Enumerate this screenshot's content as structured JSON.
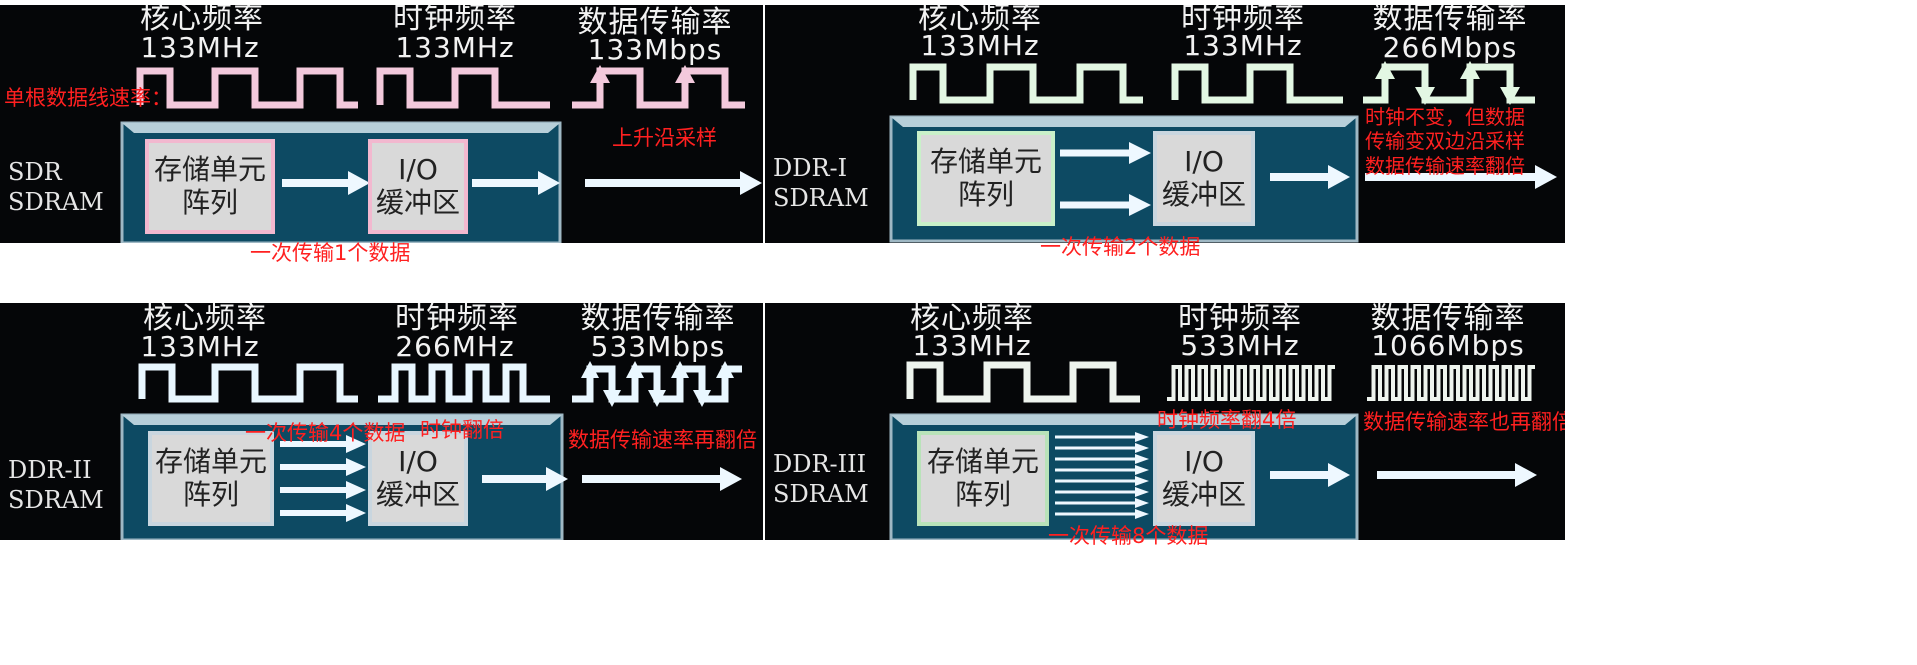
{
  "colors": {
    "panel_bg": "#050608",
    "bus_bg": "#0d4a63",
    "annotation": "#ff2020",
    "sdr_wave": "#f3c9dc",
    "ddr1_wave": "#e3f7e3",
    "ddr2_wave": "#e9f7ff",
    "ddr3_wave": "#eef4ee"
  },
  "sdr": {
    "core_label": "核心频率",
    "core_value": "133MHz",
    "clock_label": "时钟频率",
    "clock_value": "133MHz",
    "rate_label": "数据传输率",
    "rate_value": "133Mbps",
    "type_name": "SDR\nSDRAM",
    "array_label": "存储单元\n阵列",
    "io_label": "I/O\n缓冲区",
    "note_line_rate": "单根数据线速率：",
    "note_rising": "上升沿采样",
    "note_per_transfer": "一次传输1个数据"
  },
  "ddr1": {
    "core_label": "核心频率",
    "core_value": "133MHz",
    "clock_label": "时钟频率",
    "clock_value": "133MHz",
    "rate_label": "数据传输率",
    "rate_value": "266Mbps",
    "type_name": "DDR-I\nSDRAM",
    "array_label": "存储单元\n阵列",
    "io_label": "I/O\n缓冲区",
    "note_double_edge": "时钟不变，但数据\n传输变双边沿采样\n数据传输速率翻倍",
    "note_per_transfer": "一次传输2个数据"
  },
  "ddr2": {
    "core_label": "核心频率",
    "core_value": "133MHz",
    "clock_label": "时钟频率",
    "clock_value": "266MHz",
    "rate_label": "数据传输率",
    "rate_value": "533Mbps",
    "type_name": "DDR-II\nSDRAM",
    "array_label": "存储单元\n阵列",
    "io_label": "I/O\n缓冲区",
    "note_per_transfer": "一次传输4个数据",
    "note_clock_double": "时钟翻倍",
    "note_rate_double": "数据传输速率再翻倍"
  },
  "ddr3": {
    "core_label": "核心频率",
    "core_value": "133MHz",
    "clock_label": "时钟频率",
    "clock_value": "533MHz",
    "rate_label": "数据传输率",
    "rate_value": "1066Mbps",
    "type_name": "DDR-III\nSDRAM",
    "array_label": "存储单元\n阵列",
    "io_label": "I/O\n缓冲区",
    "note_clock_x4": "时钟频率翻4倍",
    "note_rate_double": "数据传输速率也再翻倍",
    "note_per_transfer": "一次传输8个数据"
  }
}
